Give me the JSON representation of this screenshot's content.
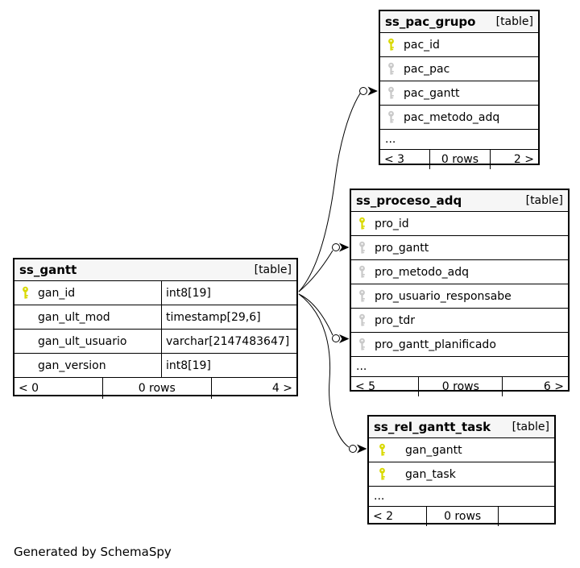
{
  "note": "Generated by SchemaSpy",
  "colors": {
    "header_bg": "#f6f6f6",
    "border": "#000000",
    "primary_key": "#d9d900",
    "foreign_key": "#c9c9c9"
  },
  "tables": [
    {
      "name": "ss_pac_grupo",
      "tag": "[table]",
      "rows": [
        {
          "name": "pac_id",
          "key": "primary"
        },
        {
          "name": "pac_pac",
          "key": "foreign"
        },
        {
          "name": "pac_gantt",
          "key": "foreign"
        },
        {
          "name": "pac_metodo_adq",
          "key": "foreign"
        }
      ],
      "ellipsis": "...",
      "footer": {
        "left": "< 3",
        "center": "0 rows",
        "right": "2 >"
      }
    },
    {
      "name": "ss_proceso_adq",
      "tag": "[table]",
      "rows": [
        {
          "name": "pro_id",
          "key": "primary"
        },
        {
          "name": "pro_gantt",
          "key": "foreign"
        },
        {
          "name": "pro_metodo_adq",
          "key": "foreign"
        },
        {
          "name": "pro_usuario_responsabe",
          "key": "foreign"
        },
        {
          "name": "pro_tdr",
          "key": "foreign"
        },
        {
          "name": "pro_gantt_planificado",
          "key": "foreign"
        }
      ],
      "ellipsis": "...",
      "footer": {
        "left": "< 5",
        "center": "0 rows",
        "right": "6 >"
      }
    },
    {
      "name": "ss_gantt",
      "tag": "[table]",
      "rows": [
        {
          "name": "gan_id",
          "key": "primary",
          "type": "int8[19]"
        },
        {
          "name": "gan_ult_mod",
          "type": "timestamp[29,6]"
        },
        {
          "name": "gan_ult_usuario",
          "type": "varchar[2147483647]"
        },
        {
          "name": "gan_version",
          "type": "int8[19]"
        }
      ],
      "footer": {
        "left": "< 0",
        "center": "0 rows",
        "right": "4 >"
      }
    },
    {
      "name": "ss_rel_gantt_task",
      "tag": "[table]",
      "rows": [
        {
          "name": "gan_gantt",
          "key": "primary"
        },
        {
          "name": "gan_task",
          "key": "primary"
        }
      ],
      "ellipsis": "...",
      "footer": {
        "left": "< 2",
        "center": "0 rows",
        "right": ""
      }
    }
  ],
  "relations": [
    {
      "from": "ss_gantt.gan_id",
      "to": "ss_pac_grupo.pac_gantt"
    },
    {
      "from": "ss_gantt.gan_id",
      "to": "ss_proceso_adq.pro_gantt"
    },
    {
      "from": "ss_gantt.gan_id",
      "to": "ss_proceso_adq.pro_gantt_planificado"
    },
    {
      "from": "ss_gantt.gan_id",
      "to": "ss_rel_gantt_task.gan_gantt"
    }
  ]
}
